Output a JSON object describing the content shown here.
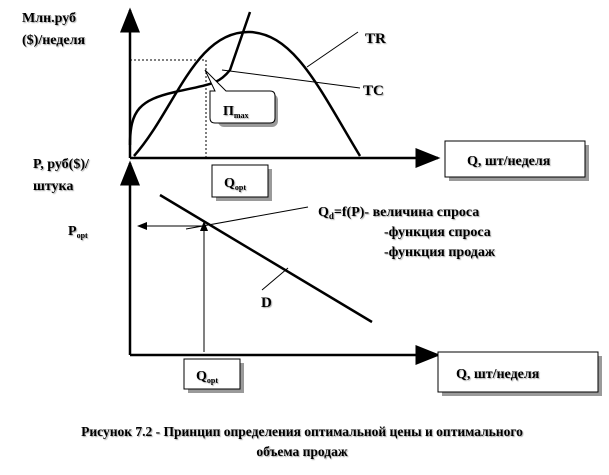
{
  "top_axis": {
    "y_label_line1": "Млн.руб",
    "y_label_line2": "($)/неделя",
    "x_label": "Q, шт/неделя"
  },
  "bottom_axis": {
    "y_label_line1": "P, руб($)/",
    "y_label_line2": "штука",
    "x_label": "Q, шт/неделя"
  },
  "curves": {
    "tr": "TR",
    "tc": "TC",
    "d": "D"
  },
  "profit_max": {
    "main": "П",
    "sub": "max"
  },
  "q_opt_top": {
    "main": "Q",
    "sub": "opt"
  },
  "q_opt_bottom": {
    "main": "Q",
    "sub": "opt"
  },
  "p_opt": {
    "main": "P",
    "sub": "opt"
  },
  "demand_note": {
    "q_main": "Q",
    "q_sub": "d",
    "formula": "=f(P)- величина спроса",
    "line2": "-функция спроса",
    "line3": "-функция продаж"
  },
  "caption": {
    "line1": "Рисунок 7.2 - Принцип определения оптимальной цены и оптимального",
    "line2": "объема продаж"
  }
}
